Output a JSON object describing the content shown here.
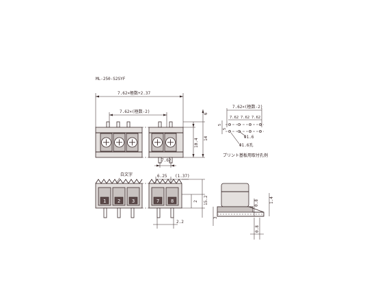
{
  "model_label": "ML-250-S2SYF",
  "top_view": {
    "overall_width_dim": "7.62×極数+2.37",
    "pitch_span_dim": "7.62×(極数-2)",
    "pitch_dim": "7.62",
    "height_top_dim": "6",
    "height_body_dim": "10.4",
    "height_total_dim": "14"
  },
  "front_view": {
    "marking_callout": "白文字",
    "dim_625": "6.25",
    "dim_137": "(1.37)",
    "dim_2": "2",
    "dim_152": "15.2",
    "dim_22": "2.2",
    "terminal_numbers": [
      "1",
      "2",
      "3",
      "7",
      "8"
    ]
  },
  "side_view": {
    "dim_3": "3",
    "dim_08a": "0.8",
    "dim_14": "1.4",
    "dim_08b": "0.8"
  },
  "pcb_layout": {
    "pitch_span_dim": "7.62×(極数-2)",
    "pitch_dim_a": "7.62",
    "pitch_dim_b": "7.62",
    "pitch_dim_c": "7.62",
    "left_dim_a": "5",
    "left_dim_b": "5",
    "hole_16": "Φ1.6",
    "hole_16_label": "Φ1.6孔",
    "caption": "プリント基板用取付孔例"
  }
}
